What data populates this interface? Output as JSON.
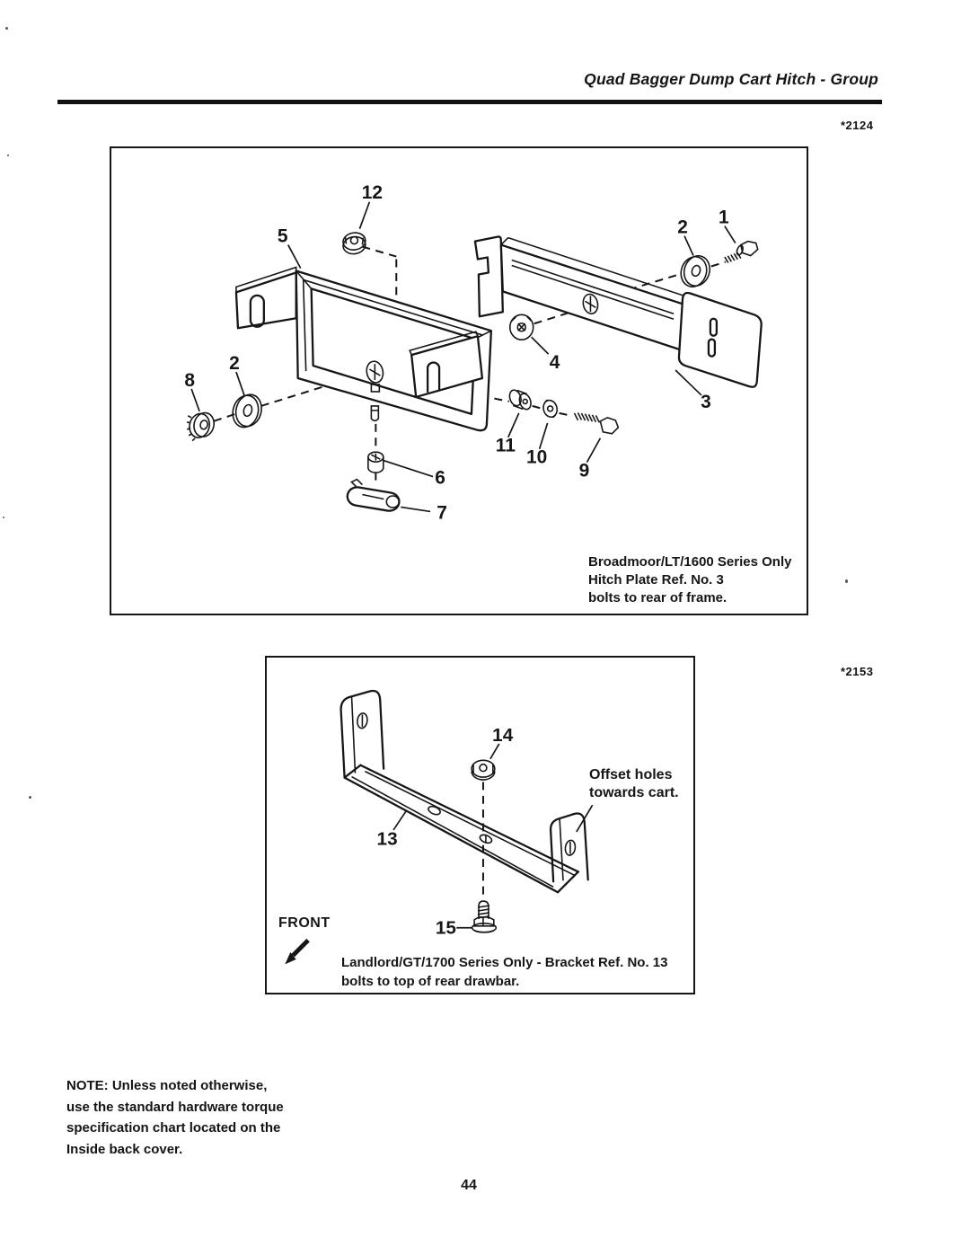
{
  "header": {
    "title": "Quad Bagger Dump Cart Hitch - Group"
  },
  "fig1": {
    "figure_no": "*2124",
    "caption_line1": "Broadmoor/LT/1600 Series Only",
    "caption_line2": "Hitch Plate Ref. No. 3",
    "caption_line3": "bolts to rear of frame.",
    "labels": {
      "n1": "1",
      "n2a": "2",
      "n2b": "2",
      "n3": "3",
      "n4": "4",
      "n5": "5",
      "n6": "6",
      "n7": "7",
      "n8": "8",
      "n9": "9",
      "n10": "10",
      "n11": "11",
      "n12": "12"
    }
  },
  "fig2": {
    "figure_no": "*2153",
    "front_label": "FRONT",
    "annotation_line1": "Offset holes",
    "annotation_line2": "towards cart.",
    "caption_line1": "Landlord/GT/1700 Series Only - Bracket Ref. No. 13",
    "caption_line2": "bolts to top of rear drawbar.",
    "labels": {
      "n13": "13",
      "n14": "14",
      "n15": "15"
    }
  },
  "note": {
    "line1": "NOTE: Unless noted otherwise,",
    "line2": "use the standard hardware torque",
    "line3": "specification chart located on the",
    "line4": "Inside back cover."
  },
  "page": {
    "number": "44"
  }
}
